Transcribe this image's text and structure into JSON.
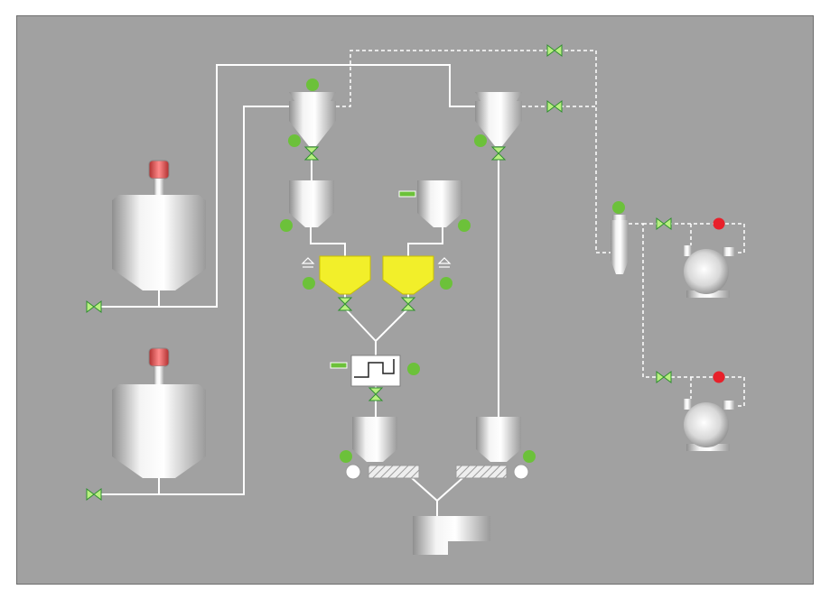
{
  "title": "",
  "colors": {
    "background": "#a1a1a1",
    "frame": "#6e6e6e",
    "pipe": "#ffffff",
    "status_ok": "#6cc13a",
    "status_alarm": "#e8202a",
    "valve_fill": "#b8f080",
    "valve_stroke": "#2f8f2f",
    "hopper_yellow": "#f2ef2a",
    "motor_red": "#d94a4a"
  },
  "equipment": {
    "storage_tanks": [
      "silo-1",
      "silo-2"
    ],
    "cyclone_receivers": [
      "receiver-left",
      "receiver-right"
    ],
    "buffer_hoppers": [
      "buffer-left",
      "buffer-right"
    ],
    "weigh_hoppers": [
      "weigh-left",
      "weigh-right"
    ],
    "feeders": [
      "feeder-left",
      "feeder-right"
    ],
    "blowers": [
      "blower-top",
      "blower-bottom"
    ],
    "filter": "dust-filter",
    "mixer": "mixer"
  },
  "status_lights": {
    "receiver_left_top": "ok",
    "receiver_left_bottom": "ok",
    "receiver_right_bottom": "ok",
    "buffer_left": "ok",
    "buffer_right": "ok",
    "weigh_left": "ok",
    "weigh_right": "ok",
    "switch_box": "ok",
    "feeder_left": "ok",
    "feeder_right": "ok",
    "filter": "ok",
    "blower_top": "alarm",
    "blower_bottom": "alarm"
  }
}
